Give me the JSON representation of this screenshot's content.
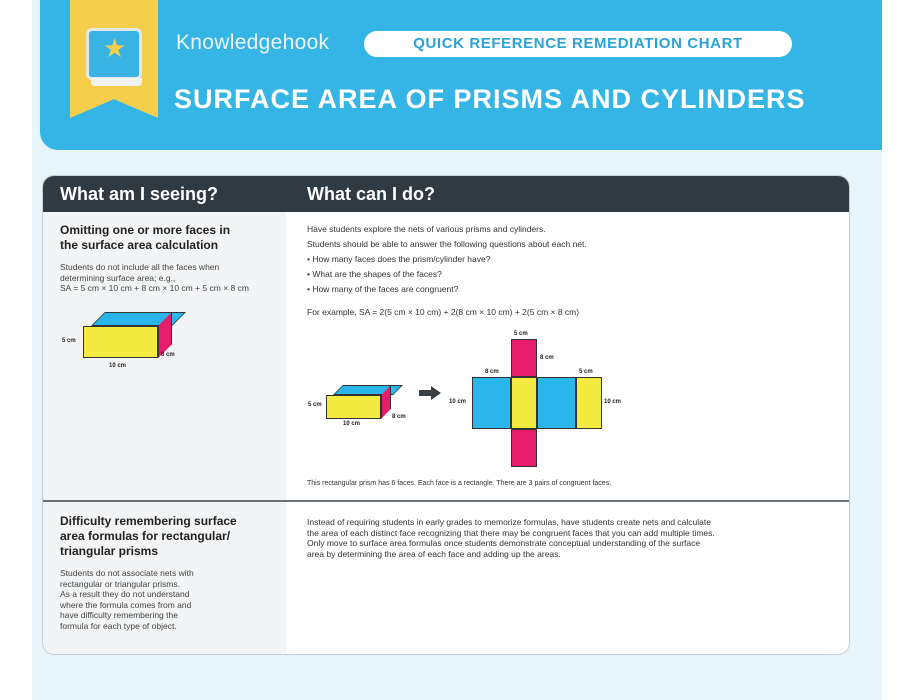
{
  "header": {
    "brand": "Knowledgehook",
    "badge": "QUICK REFERENCE REMEDIATION CHART",
    "title": "SURFACE AREA OF PRISMS AND CYLINDERS"
  },
  "table": {
    "col_left_heading": "What am I seeing?",
    "col_right_heading": "What can I do?",
    "row1": {
      "title_line1": "Omitting one or more faces in",
      "title_line2": "the surface area calculation",
      "desc_line1": "Students do not include all the faces when",
      "desc_line2": "determining surface area; e.g.,",
      "desc_line3": "SA = 5 cm × 10 cm + 8 cm × 10 cm + 5 cm × 8 cm",
      "intro": "Have students explore the nets of various prisms and cylinders.",
      "questions_intro": "Students should be able to answer the following questions about each net.",
      "bullets": [
        "• How many faces does the prism/cylinder have?",
        "• What are the shapes of the faces?",
        "• How many of the faces are congruent?"
      ],
      "example": "For example, SA = 2(5 cm × 10 cm) + 2(8 cm × 10 cm) + 2(5 cm × 8 cm)",
      "caption": "This rectangular prism has 6 faces. Each face is a rectangle. There are 3 pairs of congruent faces."
    },
    "row2": {
      "title_line1": "Difficulty remembering surface",
      "title_line2": "area formulas for rectangular/",
      "title_line3": "triangular prisms",
      "desc": [
        "Students do not associate nets with",
        "rectangular or triangular prisms.",
        "As a result they do not understand",
        "where the formula comes from and",
        "have difficulty remembering the",
        "formula for each type of object."
      ],
      "text": [
        "Instead of requiring students in early grades to memorize formulas, have students create nets and calculate",
        "the area of each distinct face recognizing that there may be congruent faces that you can add multiple times.",
        "Only move to surface area formulas once students demonstrate conceptual understanding of the surface",
        "area by determining the area of each face and adding up the areas."
      ]
    }
  },
  "labels": {
    "five_cm": "5 cm",
    "eight_cm": "8 cm",
    "ten_cm": "10 cm"
  },
  "colors": {
    "banner": "#35b5e6",
    "ribbon": "#f5cf4c",
    "header_bar": "#2f3a42",
    "face_blue": "#2ab5eb",
    "face_yellow": "#f4eb41",
    "face_pink": "#e81c6c"
  },
  "icons": [
    "book-icon",
    "star-icon",
    "arrow-right-icon"
  ]
}
